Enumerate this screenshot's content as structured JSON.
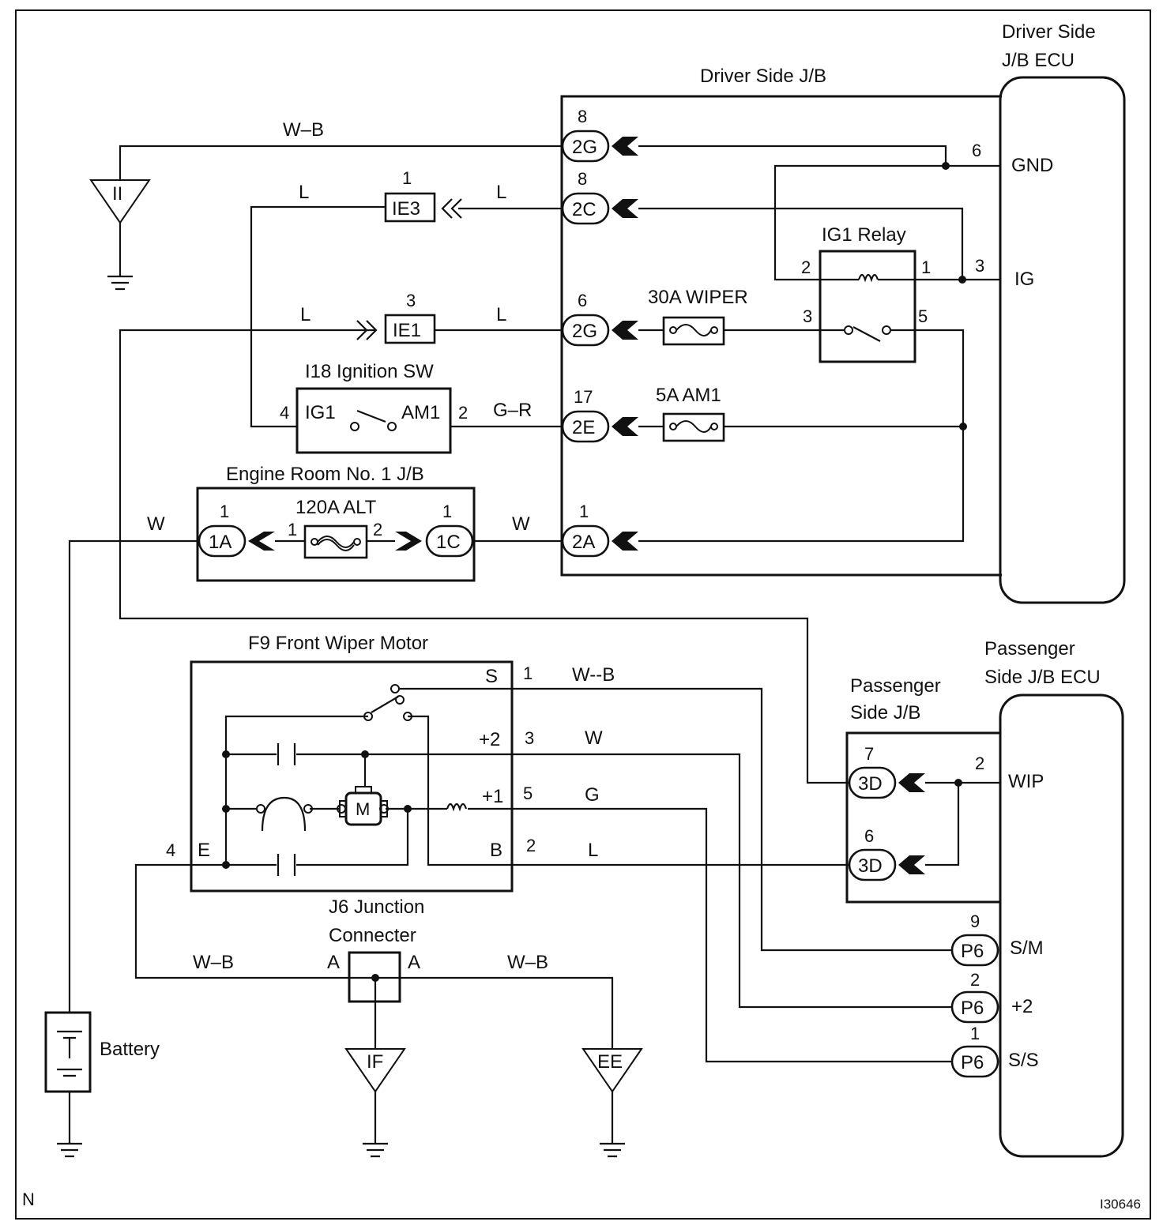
{
  "components": {
    "driver_ecu": {
      "title_line1": "Driver Side",
      "title_line2": "J/B ECU",
      "pin_gnd": "GND",
      "pin_ig": "IG",
      "pin_gnd_num": "6",
      "pin_ig_num": "3"
    },
    "driver_jb": {
      "title": "Driver Side J/B"
    },
    "ig1_relay": {
      "title": "IG1 Relay",
      "pin1": "1",
      "pin2": "2",
      "pin3": "3",
      "pin5": "5"
    },
    "fuse_wiper": {
      "label": "30A WIPER"
    },
    "fuse_am1": {
      "label": "5A AM1"
    },
    "fuse_alt": {
      "label": "120A ALT",
      "pin_left": "1",
      "pin_right": "2"
    },
    "ignition_sw": {
      "title": "I18 Ignition SW",
      "pin_ig1": "IG1",
      "pin_am1": "AM1",
      "pin4": "4",
      "pin2": "2"
    },
    "engine_jb": {
      "title": "Engine Room No. 1 J/B"
    },
    "wiper_motor": {
      "title": "F9 Front Wiper Motor",
      "term_s": "S",
      "term_p2": "+2",
      "term_p1": "+1",
      "term_b": "B",
      "term_e": "E",
      "pin_s": "1",
      "pin_p2": "3",
      "pin_p1": "5",
      "pin_b": "2",
      "pin_e": "4",
      "motor_symbol": "M"
    },
    "passenger_jb": {
      "title_line1": "Passenger",
      "title_line2": "Side J/B"
    },
    "passenger_ecu": {
      "title_line1": "Passenger",
      "title_line2": "Side J/B ECU",
      "pin_wip": "WIP",
      "pin_wip_num": "2",
      "pin_sm": "S/M",
      "pin_p2": "+2",
      "pin_ss": "S/S"
    },
    "j6": {
      "title_line1": "J6 Junction",
      "title_line2": "Connecter",
      "pin_a_left": "A",
      "pin_a_right": "A"
    },
    "battery": {
      "label": "Battery"
    }
  },
  "connectors": {
    "c2g_top": {
      "label": "2G",
      "pin": "8"
    },
    "c2c": {
      "label": "2C",
      "pin": "8"
    },
    "c2g_mid": {
      "label": "2G",
      "pin": "6"
    },
    "c2e": {
      "label": "2E",
      "pin": "17"
    },
    "c2a": {
      "label": "2A",
      "pin": "1"
    },
    "c1a": {
      "label": "1A",
      "pin": "1"
    },
    "c1c": {
      "label": "1C",
      "pin": "1"
    },
    "ie3": {
      "label": "IE3",
      "pin": "1"
    },
    "ie1": {
      "label": "IE1",
      "pin": "3"
    },
    "c3d_top": {
      "label": "3D",
      "pin": "7"
    },
    "c3d_bot": {
      "label": "3D",
      "pin": "6"
    },
    "p6_sm": {
      "label": "P6",
      "pin": "9"
    },
    "p6_p2": {
      "label": "P6",
      "pin": "2"
    },
    "p6_ss": {
      "label": "P6",
      "pin": "1"
    }
  },
  "grounds": {
    "ii": "II",
    "if": "IF",
    "ee": "EE"
  },
  "wires": {
    "wb_top": "W–B",
    "l_ie3_left": "L",
    "l_ie3_right": "L",
    "l_ie1_left": "L",
    "l_ie1_right": "L",
    "gr": "G–R",
    "w_alt_left": "W",
    "w_alt_right": "W",
    "wb_s": "W--B",
    "w_p2": "W",
    "g_p1": "G",
    "l_b": "L",
    "wb_j6_left": "W–B",
    "wb_j6_right": "W–B"
  },
  "corner_left": "N",
  "corner_right": "I30646"
}
